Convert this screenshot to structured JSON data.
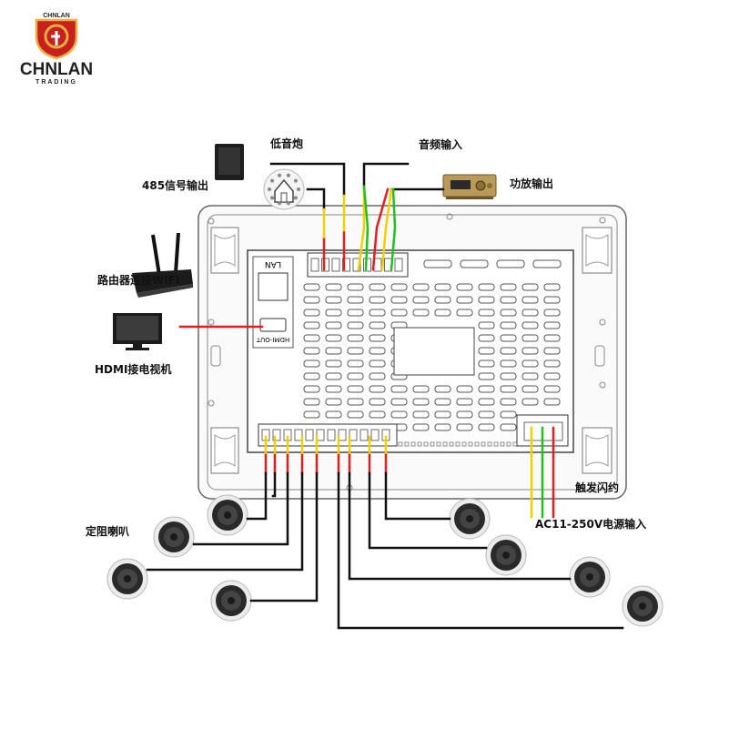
{
  "brand": {
    "top_text": "CHNLAN",
    "name": "CHNLAN",
    "sub": "TRADING",
    "colors": {
      "shield": "#c8201e",
      "gold": "#e8b040",
      "dark": "#1a1a1a"
    }
  },
  "panel": {
    "lan_label": "LAN",
    "hdmi_label": "HDMI-OUT"
  },
  "labels": {
    "subwoofer": "低音炮",
    "audio_in": "音频输入",
    "rs485": "485信号输出",
    "amp_out": "功放输出",
    "router": "路由器连接WIFI",
    "hdmi_tv": "HDMI接电视机",
    "trigger": "触发闪约",
    "power": "AC11-250V电源输入",
    "speakers": "定阻喇叭"
  },
  "wire_colors": {
    "red": "#e02020",
    "yellow": "#f0d000",
    "green": "#20c020",
    "black": "#111111"
  },
  "icons": [
    "subwoofer-icon",
    "intercom-keypad-icon",
    "amplifier-icon",
    "router-icon",
    "tv-icon",
    "ceiling-speaker-icon"
  ]
}
